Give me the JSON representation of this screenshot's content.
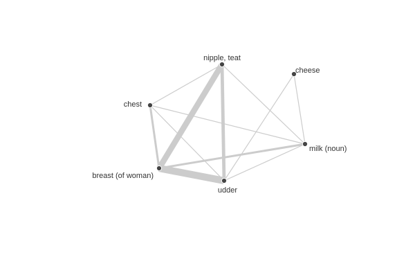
{
  "colors": {
    "node": "#444444",
    "edge": "#cccccc",
    "label": "#333333",
    "background": "#ffffff"
  },
  "nodes": [
    {
      "id": "nipple",
      "label": "nipple, teat"
    },
    {
      "id": "cheese",
      "label": "cheese"
    },
    {
      "id": "chest",
      "label": "chest"
    },
    {
      "id": "milk",
      "label": "milk (noun)"
    },
    {
      "id": "breast",
      "label": "breast (of woman)"
    },
    {
      "id": "udder",
      "label": "udder"
    }
  ],
  "edges": [
    {
      "source": "nipple",
      "target": "breast",
      "weight": 5
    },
    {
      "source": "nipple",
      "target": "udder",
      "weight": 3
    },
    {
      "source": "nipple",
      "target": "chest",
      "weight": 1
    },
    {
      "source": "nipple",
      "target": "milk",
      "weight": 1
    },
    {
      "source": "breast",
      "target": "udder",
      "weight": 6
    },
    {
      "source": "breast",
      "target": "chest",
      "weight": 2
    },
    {
      "source": "breast",
      "target": "milk",
      "weight": 2
    },
    {
      "source": "chest",
      "target": "udder",
      "weight": 1
    },
    {
      "source": "chest",
      "target": "milk",
      "weight": 1
    },
    {
      "source": "udder",
      "target": "milk",
      "weight": 1
    },
    {
      "source": "udder",
      "target": "cheese",
      "weight": 1
    },
    {
      "source": "cheese",
      "target": "milk",
      "weight": 1
    }
  ]
}
